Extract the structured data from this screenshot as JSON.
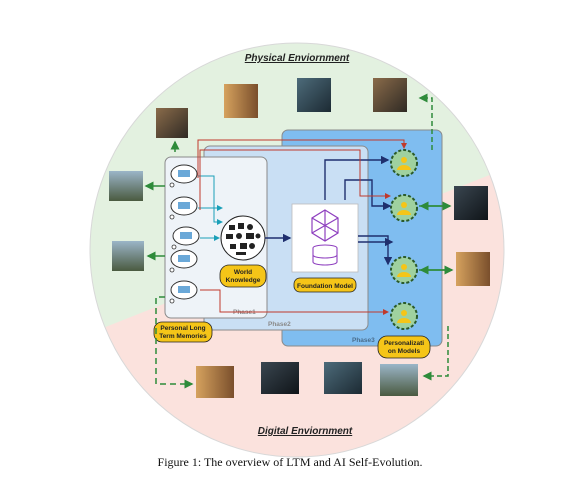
{
  "regions": {
    "physical_label": "Physical Enviornment",
    "digital_label": "Digital Enviornment"
  },
  "phases": {
    "phase1": "Phase1",
    "phase2": "Phase2",
    "phase3": "Phase3"
  },
  "labels": {
    "world_knowledge_line1": "World",
    "world_knowledge_line2": "Knowledge",
    "foundation_model": "Foundation Model",
    "ltm_line1": "Personal Long",
    "ltm_line2": "Term Memories",
    "personalization_line1": "Personalizati",
    "personalization_line2": "on Models"
  },
  "caption": "Figure 1: The overview of LTM and AI Self-Evolution.",
  "colors": {
    "physical_bg": "#e3f1e0",
    "digital_bg": "#fbe2dd",
    "phase3_bg": "#7fbdf0",
    "phase2_bg": "#c9dff4",
    "phase1_bg": "#eef3f8",
    "label_yellow": "#f5c518",
    "arrow_green": "#2e8b3a",
    "arrow_red": "#c0392b",
    "arrow_navy": "#1f2f6e",
    "arrow_teal": "#1a9fb8"
  }
}
